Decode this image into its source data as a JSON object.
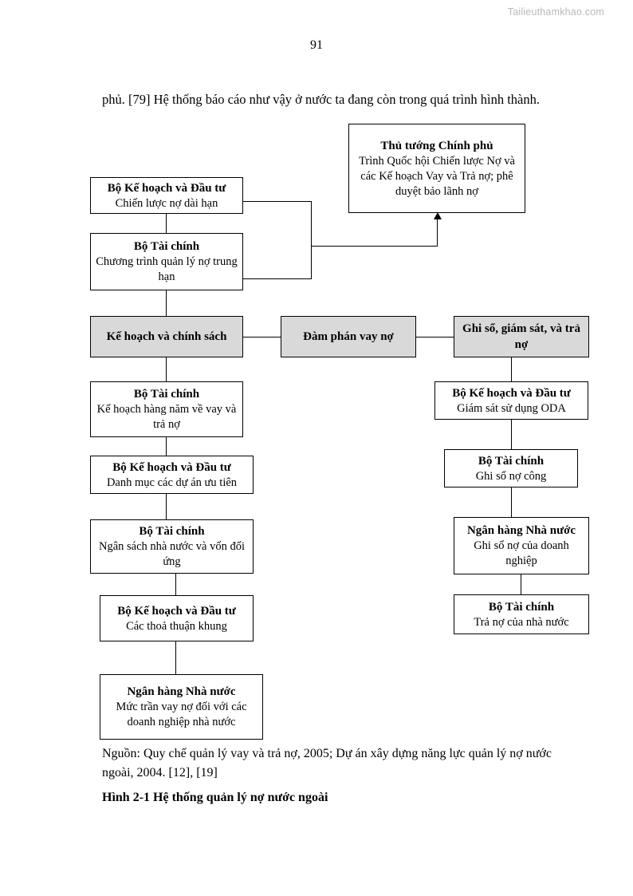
{
  "watermark": "Tailieuthamkhao.com",
  "page_number": "91",
  "body_paragraph": "phủ. [79] Hệ thống báo cáo như vậy ở nước ta đang còn trong quá trình hình thành.",
  "source_note": "Nguồn: Quy chế quản lý vay và trả nợ, 2005; Dự án xây dựng năng lực quản lý nợ nước ngoài, 2004. [12], [19]",
  "figure_caption": "Hình 2-1 Hệ thống quản lý nợ nước ngoài",
  "colors": {
    "shaded_fill": "#d9d9d9",
    "border": "#000000",
    "watermark": "#b9b9b9"
  },
  "diagram": {
    "nodes": [
      {
        "id": "pm",
        "title": "Thủ tướng Chính phủ",
        "sub": "Trình Quốc hội Chiến lược Nợ và các Kế hoạch Vay và Trả nợ; phê duyệt bảo lãnh nợ"
      },
      {
        "id": "mpi-strategy",
        "title": "Bộ Kế hoạch và Đầu tư",
        "sub": "Chiến lược nợ dài hạn"
      },
      {
        "id": "mof-midterm",
        "title": "Bộ Tài chính",
        "sub": "Chương trình quản lý nợ trung hạn"
      },
      {
        "id": "planning-policy",
        "title": "Kế hoạch và chính sách",
        "sub": ""
      },
      {
        "id": "negotiation",
        "title": "Đàm phán vay nợ",
        "sub": ""
      },
      {
        "id": "record-monitor",
        "title": "Ghi sổ, giám sát, và trả nợ",
        "sub": ""
      },
      {
        "id": "mof-annual",
        "title": "Bộ Tài chính",
        "sub": "Kế hoạch hàng năm về vay và trả nợ"
      },
      {
        "id": "mpi-projects",
        "title": "Bộ Kế hoạch và Đầu tư",
        "sub": "Danh mục các dự án ưu tiên"
      },
      {
        "id": "mof-budget",
        "title": "Bộ Tài chính",
        "sub": "Ngân sách nhà nước và  vốn đối ứng"
      },
      {
        "id": "mpi-framework",
        "title": "Bộ Kế hoạch và Đầu tư",
        "sub": "Các thoả thuận khung"
      },
      {
        "id": "sbv-ceiling",
        "title": "Ngân hàng Nhà nước",
        "sub": "Mức trần vay nợ đối với các doanh nghiệp nhà nước"
      },
      {
        "id": "mpi-oda",
        "title": "Bộ Kế hoạch và Đầu tư",
        "sub": "Giám sát sử dụng ODA"
      },
      {
        "id": "mof-publicdebt",
        "title": "Bộ Tài chính",
        "sub": "Ghi sổ nợ công"
      },
      {
        "id": "sbv-enterprise",
        "title": "Ngân hàng Nhà nước",
        "sub": "Ghi sổ nợ của doanh nghiệp"
      },
      {
        "id": "mof-repay",
        "title": "Bộ Tài chính",
        "sub": "Trả nợ của nhà nước"
      }
    ]
  }
}
